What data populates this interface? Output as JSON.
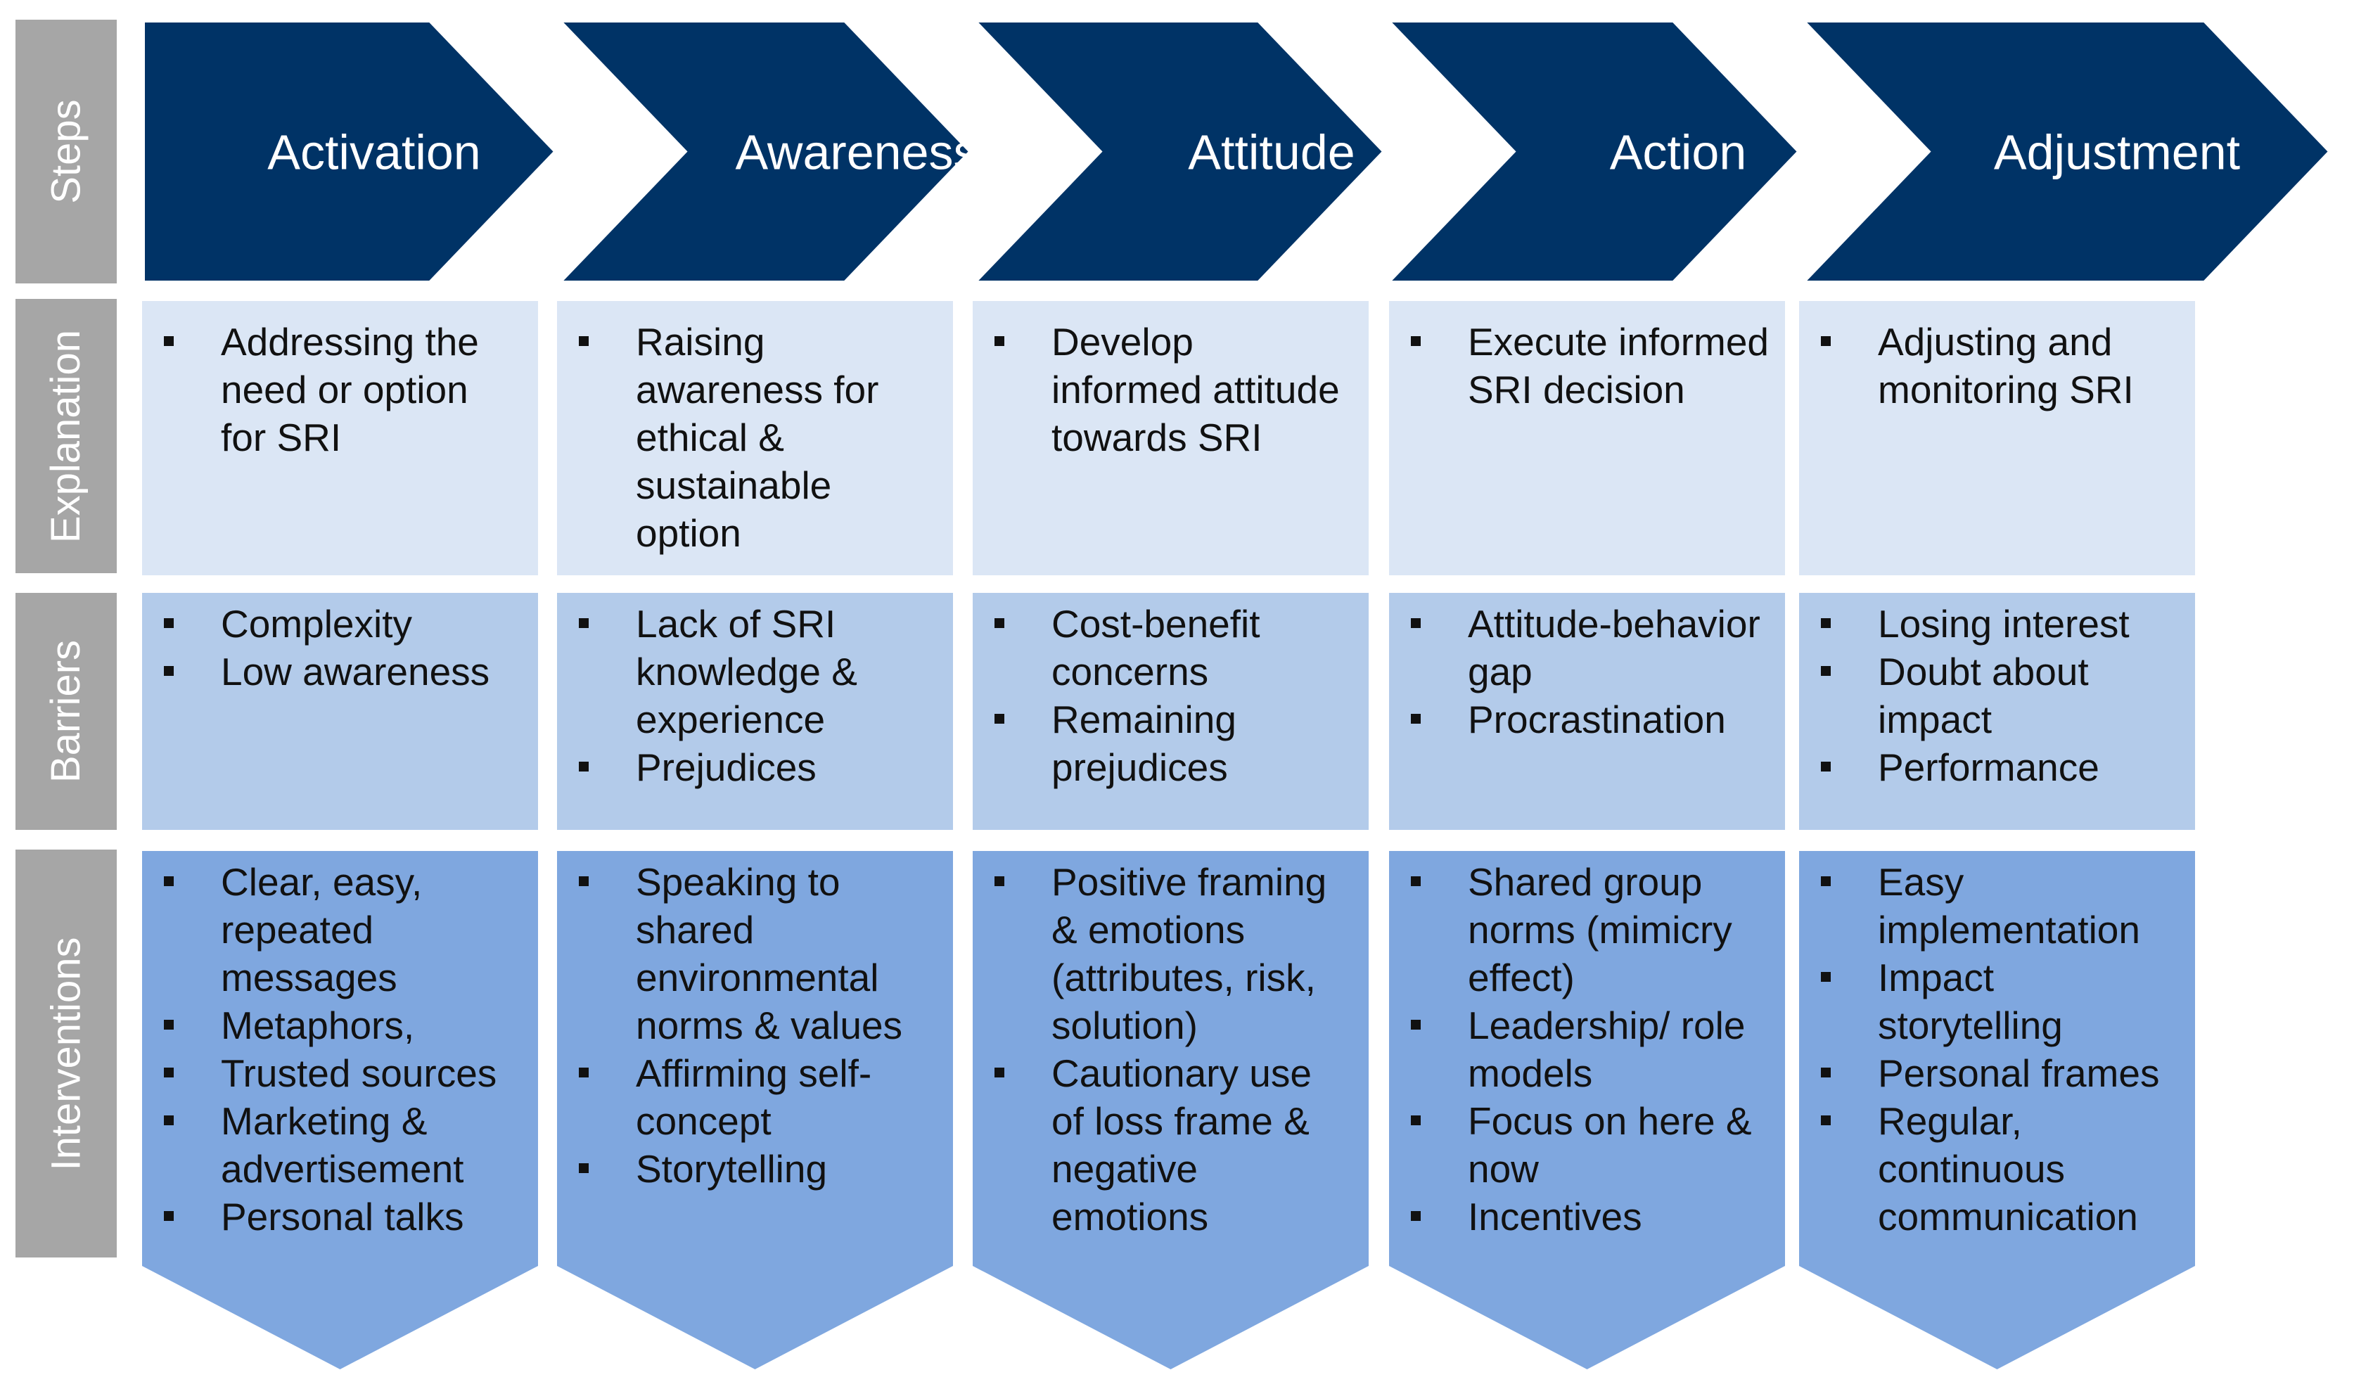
{
  "colors": {
    "steps": "#003366",
    "explanation": "#dbe6f5",
    "barriers": "#b3cbea",
    "interventions": "#7fa7df",
    "row_labels": "#a6a6a6"
  },
  "rows": {
    "steps": "Steps",
    "explanation": "Explanation",
    "barriers": "Barriers",
    "interventions": "Interventions"
  },
  "columns": [
    {
      "step": "Activation",
      "explanation": [
        "Addressing the need or option for SRI"
      ],
      "barriers": [
        "Complexity",
        "Low awareness"
      ],
      "interventions": [
        "Clear, easy, repeated messages",
        "Metaphors,",
        "Trusted sources",
        "Marketing & advertisement",
        "Personal talks"
      ]
    },
    {
      "step": "Awareness",
      "explanation": [
        "Raising awareness for ethical & sustainable option"
      ],
      "barriers": [
        "Lack of SRI knowledge & experience",
        "Prejudices"
      ],
      "interventions": [
        "Speaking to shared environmental norms & values",
        "Affirming self-concept",
        "Storytelling"
      ]
    },
    {
      "step": "Attitude",
      "explanation": [
        "Develop informed attitude towards SRI"
      ],
      "barriers": [
        "Cost-benefit concerns",
        "Remaining prejudices"
      ],
      "interventions": [
        "Positive framing & emotions (attributes, risk, solution)",
        "Cautionary use of loss frame & negative emotions"
      ]
    },
    {
      "step": "Action",
      "explanation": [
        "Execute informed SRI decision"
      ],
      "barriers": [
        "Attitude-behavior gap",
        "Procrastination"
      ],
      "interventions": [
        "Shared group norms (mimicry effect)",
        "Leadership/ role models",
        "Focus on here & now",
        "Incentives"
      ]
    },
    {
      "step": "Adjustment",
      "explanation": [
        "Adjusting and monitoring SRI"
      ],
      "barriers": [
        "Losing interest",
        "Doubt about impact",
        "Performance"
      ],
      "interventions": [
        "Easy implementation",
        "Impact storytelling",
        "Personal frames",
        "Regular, continuous communication"
      ]
    }
  ]
}
